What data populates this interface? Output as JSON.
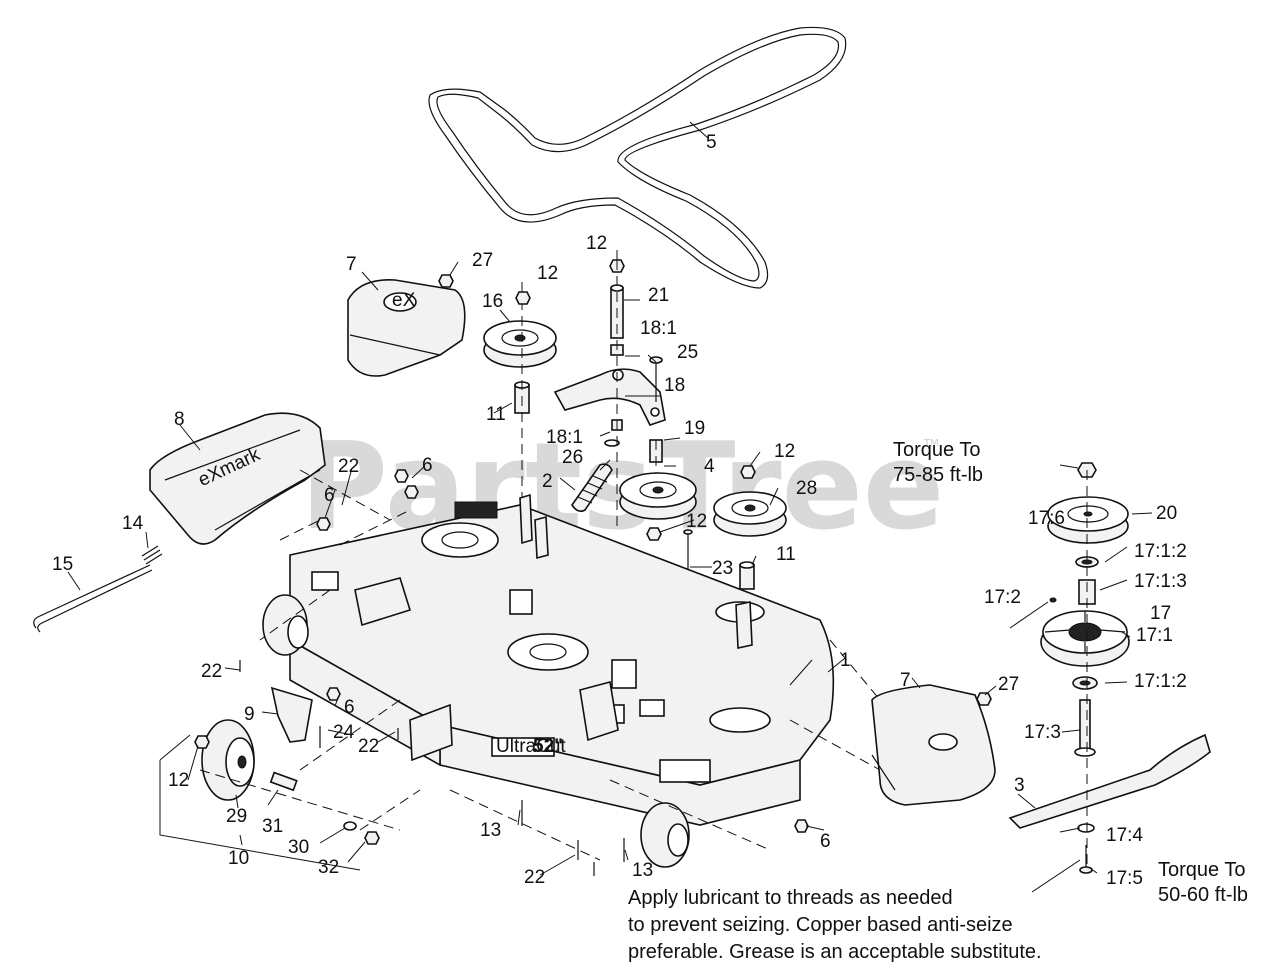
{
  "watermark": {
    "text": "PartsTree",
    "tm": "TM"
  },
  "callouts": {
    "c1": "1",
    "c2": "2",
    "c3": "3",
    "c4": "4",
    "c5": "5",
    "c6a": "6",
    "c6b": "6",
    "c6c": "6",
    "c6d": "6",
    "c7a": "7",
    "c7b": "7",
    "c8": "8",
    "c9": "9",
    "c10": "10",
    "c11a": "11",
    "c11b": "11",
    "c12a": "12",
    "c12b": "12",
    "c12c": "12",
    "c12d": "12",
    "c12e": "12",
    "c13a": "13",
    "c13b": "13",
    "c14": "14",
    "c15": "15",
    "c16": "16",
    "c17": "17",
    "c17_1": "17:1",
    "c17_1_2a": "17:1:2",
    "c17_1_2b": "17:1:2",
    "c17_1_3": "17:1:3",
    "c17_2": "17:2",
    "c17_3": "17:3",
    "c17_4": "17:4",
    "c17_5": "17:5",
    "c17_6": "17:6",
    "c18": "18",
    "c18_1a": "18:1",
    "c18_1b": "18:1",
    "c19": "19",
    "c20": "20",
    "c21": "21",
    "c22a": "22",
    "c22b": "22",
    "c22c": "22",
    "c22d": "22",
    "c23": "23",
    "c24": "24",
    "c25": "25",
    "c26": "26",
    "c27a": "27",
    "c27b": "27",
    "c28": "28",
    "c29": "29",
    "c30": "30",
    "c31": "31",
    "c32": "32"
  },
  "torque_top": {
    "line1": "Torque To",
    "line2": "75-85 ft-lb"
  },
  "torque_bottom": {
    "line1": "Torque To",
    "line2": "50-60 ft-lb"
  },
  "lubricant_note": {
    "line1": "Apply lubricant to threads as needed",
    "line2": "to prevent seizing. Copper based anti-seize",
    "line3": "preferable. Grease is an acceptable substitute."
  },
  "deck_decal": {
    "brand": "UltraCut",
    "size": "52\""
  },
  "colors": {
    "line": "#111111",
    "watermark": "#d9d9d9",
    "background": "#ffffff"
  }
}
